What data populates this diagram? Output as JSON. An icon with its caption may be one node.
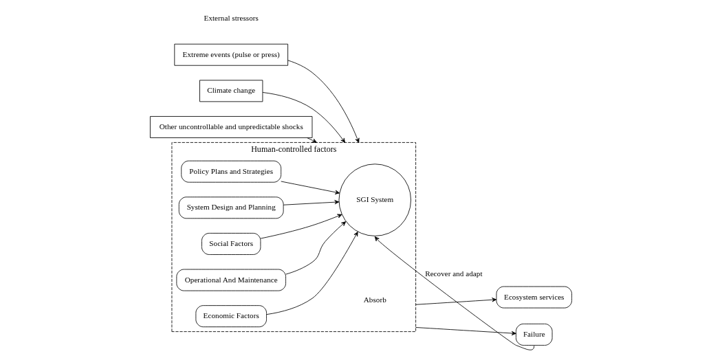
{
  "diagram": {
    "nodes": [
      {
        "text": [
          "Climate change"
        ]
      },
      {
        "text": [
          "Extreme events (pulse or press)"
        ]
      },
      {
        "text": [
          "Other uncontrollable and unpredictable shocks"
        ]
      },
      {
        "text": [
          "Human-controlled factors"
        ]
      },
      {
        "text": [
          "Policy Plans and Strategies"
        ],
        "in": 3
      },
      {
        "text": [
          "System Design and Planning"
        ],
        "in": 3
      },
      {
        "text": [
          "Social Factors"
        ],
        "in": 3
      },
      {
        "text": [
          "SGI System"
        ],
        "in": 3
      },
      {
        "text": [
          "Operational And Maintenance"
        ],
        "in": 3
      },
      {
        "text": [
          "Economic Factors"
        ],
        "in": 3
      },
      {
        "text": [
          "Ecosystem services"
        ]
      },
      {
        "text": [
          "Failure"
        ]
      }
    ],
    "edges": [
      {
        "from": 0,
        "to": 3,
        "arrow": "to"
      },
      {
        "from": 1,
        "to": 3,
        "arrow": "to"
      },
      {
        "from": 2,
        "to": 3,
        "arrow": "to"
      },
      {
        "from": 4,
        "to": 7,
        "arrow": "to"
      },
      {
        "from": 5,
        "to": 7,
        "arrow": "to"
      },
      {
        "from": 6,
        "to": 7,
        "arrow": "to"
      },
      {
        "from": 8,
        "to": 7,
        "arrow": "to"
      },
      {
        "from": 9,
        "to": 7,
        "arrow": "to"
      },
      {
        "from": 3,
        "to": 10,
        "arrow": "to",
        "label": "Absorb"
      },
      {
        "from": 3,
        "to": 11,
        "arrow": "to"
      },
      {
        "from": 11,
        "to": 7,
        "arrow": "to",
        "label": "Recover and adapt"
      }
    ],
    "labels": [
      "External stressors"
    ]
  }
}
